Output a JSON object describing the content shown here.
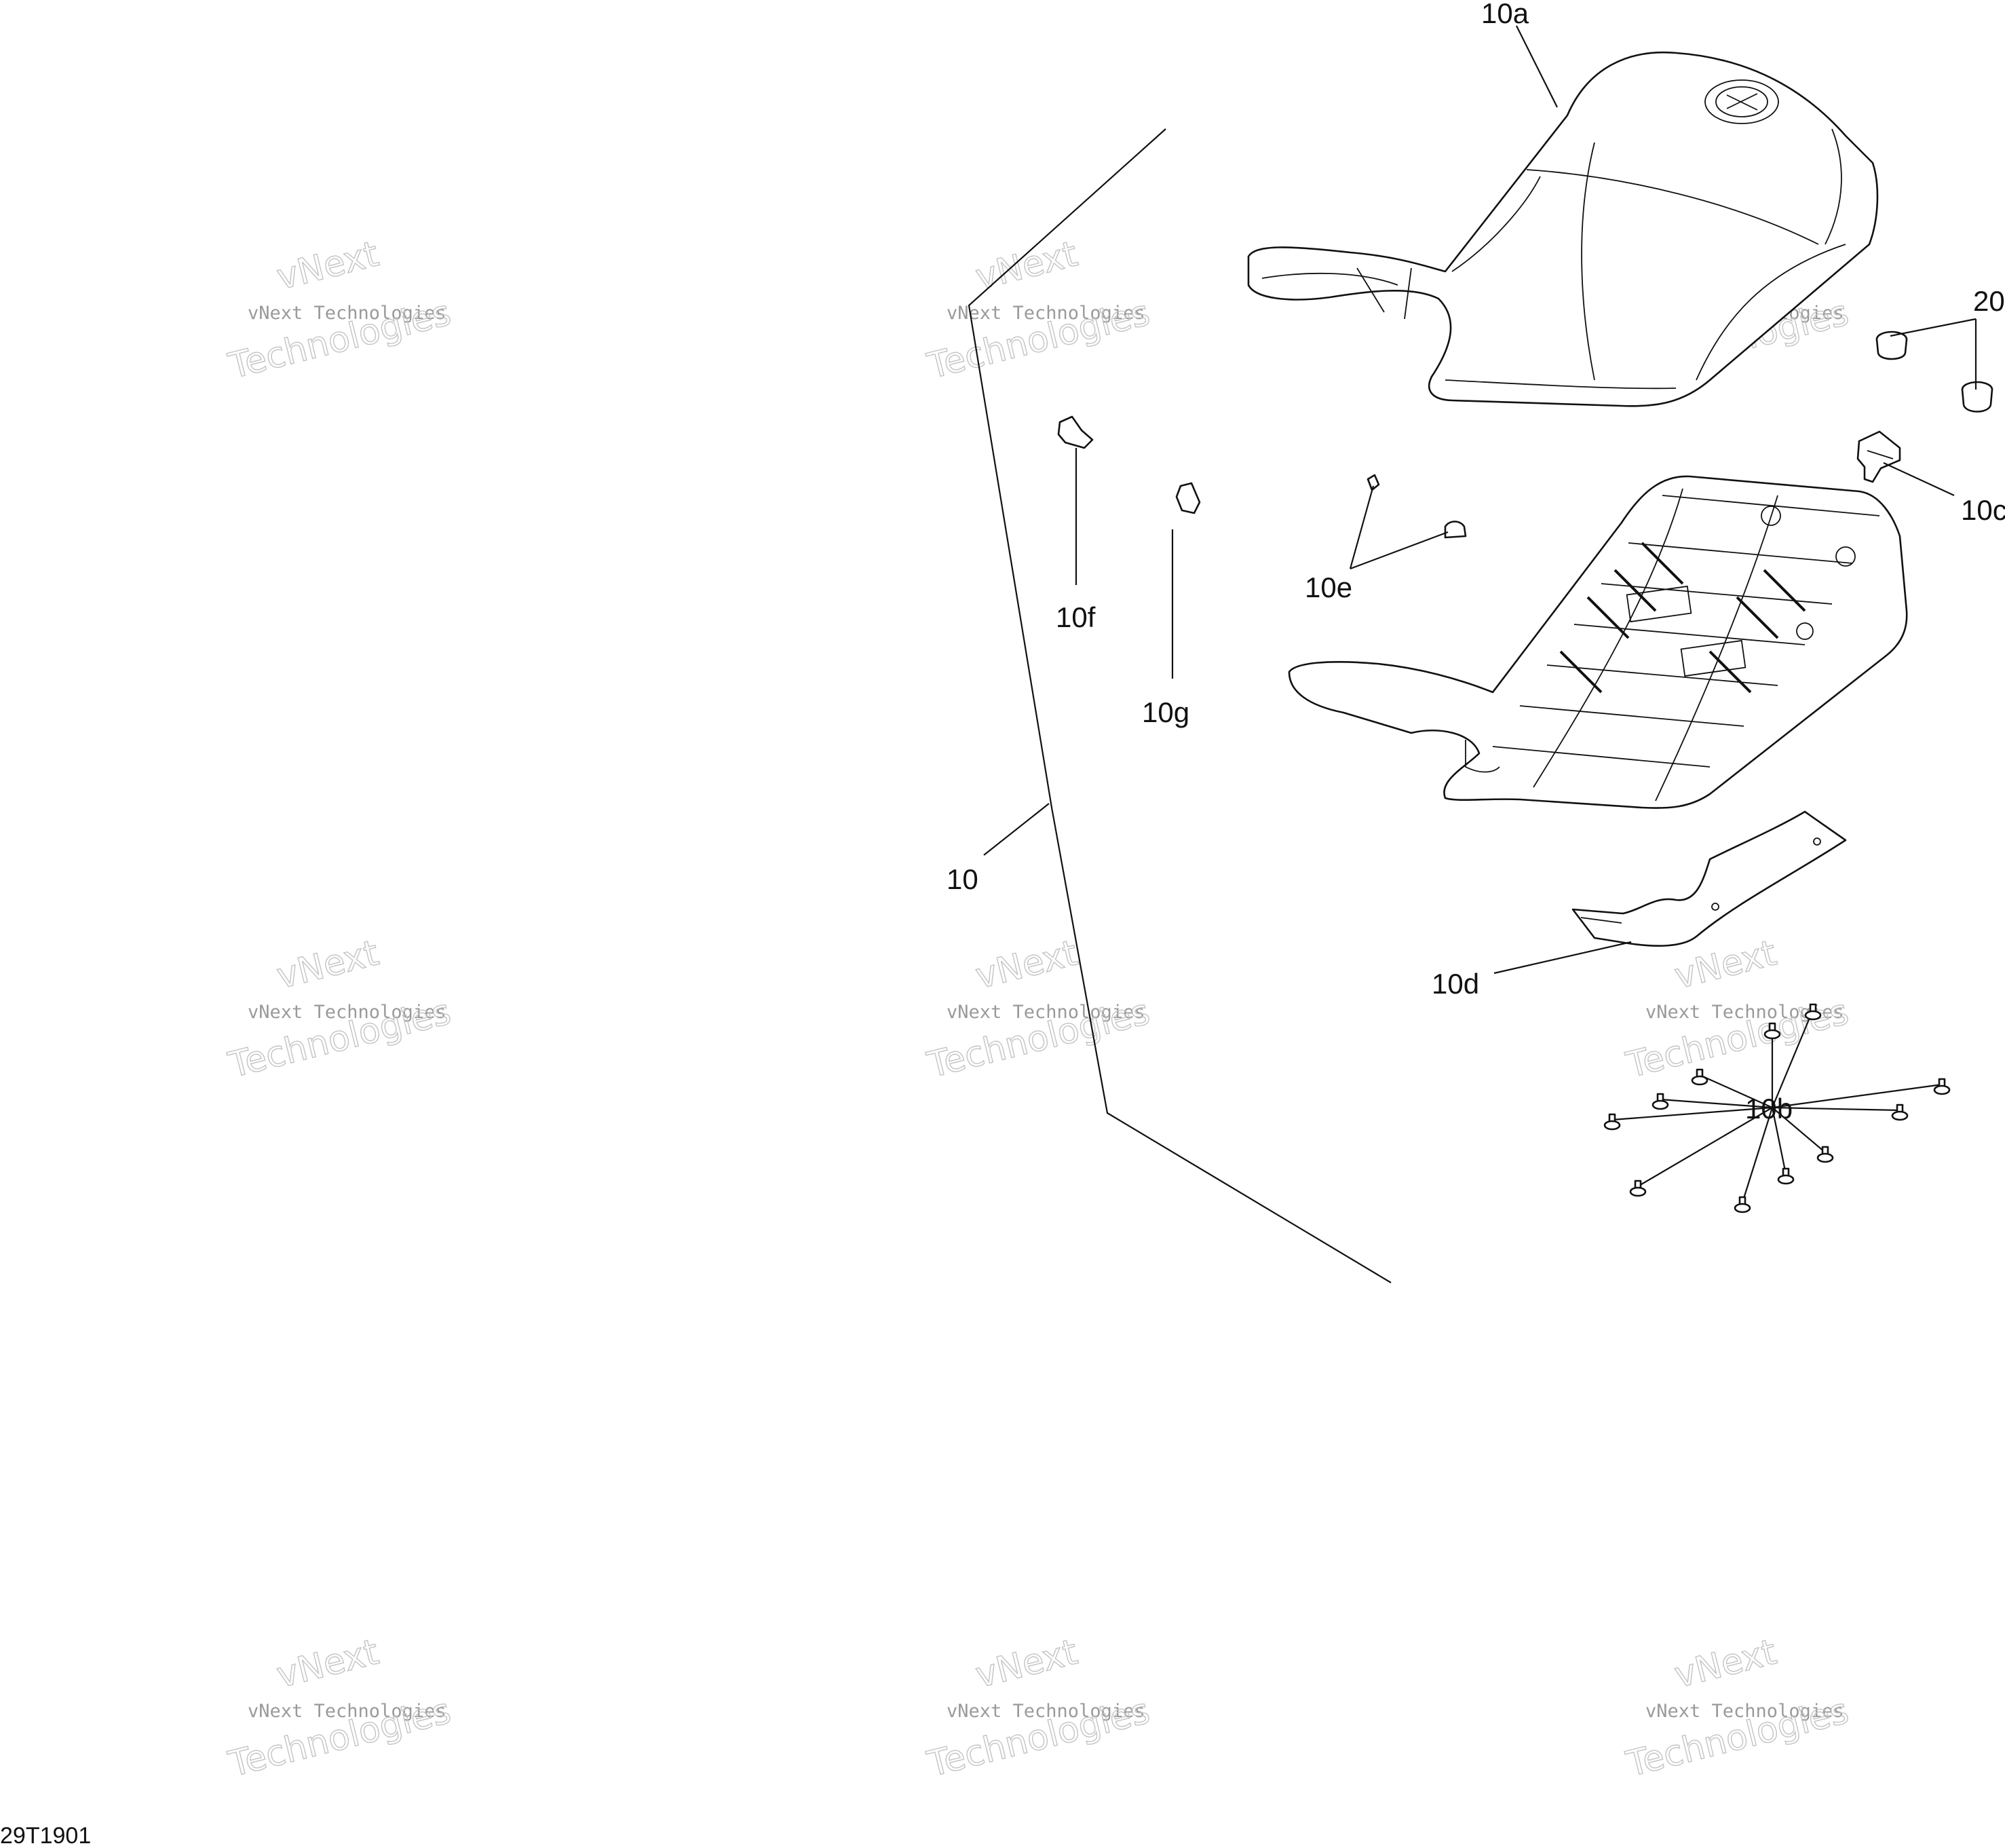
{
  "diagram": {
    "drawing_code": "29T1901",
    "watermark": {
      "line1": "vNext",
      "line2": "vNext Technologies",
      "line3": "Technologies"
    },
    "callouts": {
      "assembly": "10",
      "seat_cover": "10a",
      "fasteners": "10b",
      "latch": "10c",
      "plate": "10d",
      "clips": "10e",
      "clip_f": "10f",
      "bumper_g": "10g",
      "caps": "20"
    }
  }
}
